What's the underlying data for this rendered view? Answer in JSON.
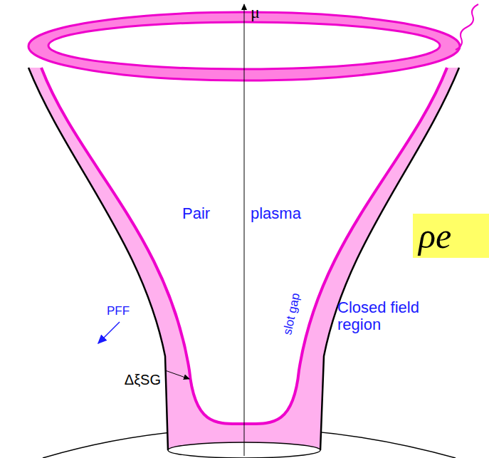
{
  "diagram": {
    "nodes": [
      {
        "text": [
          "ρe"
        ]
      }
    ],
    "labels": [
      "μ",
      "Pair",
      "plasma",
      "PFF",
      "slot gap",
      "Closed field region",
      "ΔξSG"
    ]
  }
}
